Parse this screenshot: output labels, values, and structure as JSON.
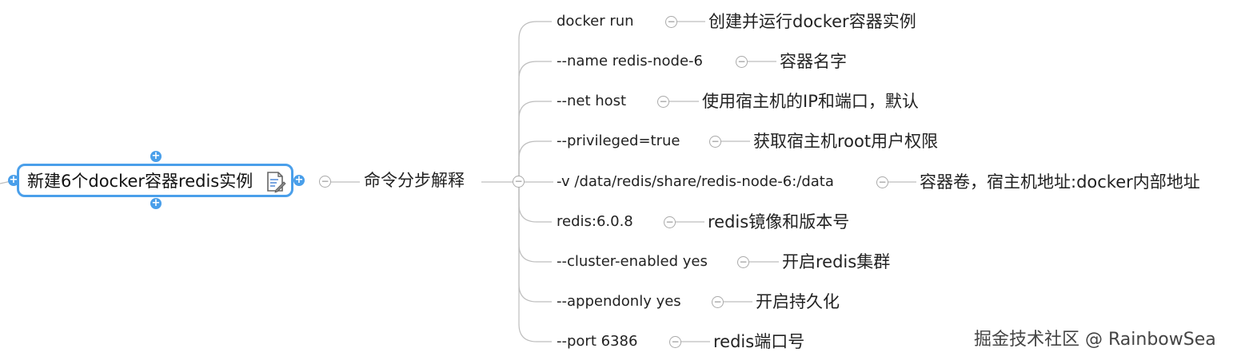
{
  "root": {
    "title": "新建6个docker容器redis实例",
    "icons": [
      "note-edit-icon",
      "plus-icon"
    ]
  },
  "mid": {
    "label": "命令分步解释"
  },
  "items": [
    {
      "cmd": "docker run",
      "desc": "创建并运行docker容器实例"
    },
    {
      "cmd": "--name redis-node-6",
      "desc": "容器名字"
    },
    {
      "cmd": "--net host",
      "desc": "使用宿主机的IP和端口，默认"
    },
    {
      "cmd": "--privileged=true",
      "desc": "获取宿主机root用户权限"
    },
    {
      "cmd": "-v /data/redis/share/redis-node-6:/data",
      "desc": "容器卷，宿主机地址:docker内部地址"
    },
    {
      "cmd": "redis:6.0.8",
      "desc": "redis镜像和版本号"
    },
    {
      "cmd": "--cluster-enabled yes",
      "desc": "开启redis集群"
    },
    {
      "cmd": "--appendonly yes",
      "desc": "开启持久化"
    },
    {
      "cmd": "--port 6386",
      "desc": "redis端口号"
    }
  ],
  "watermark": "掘金技术社区 @ RainbowSea",
  "colors": {
    "accent": "#4a9fea",
    "line": "#bdbdbd"
  }
}
